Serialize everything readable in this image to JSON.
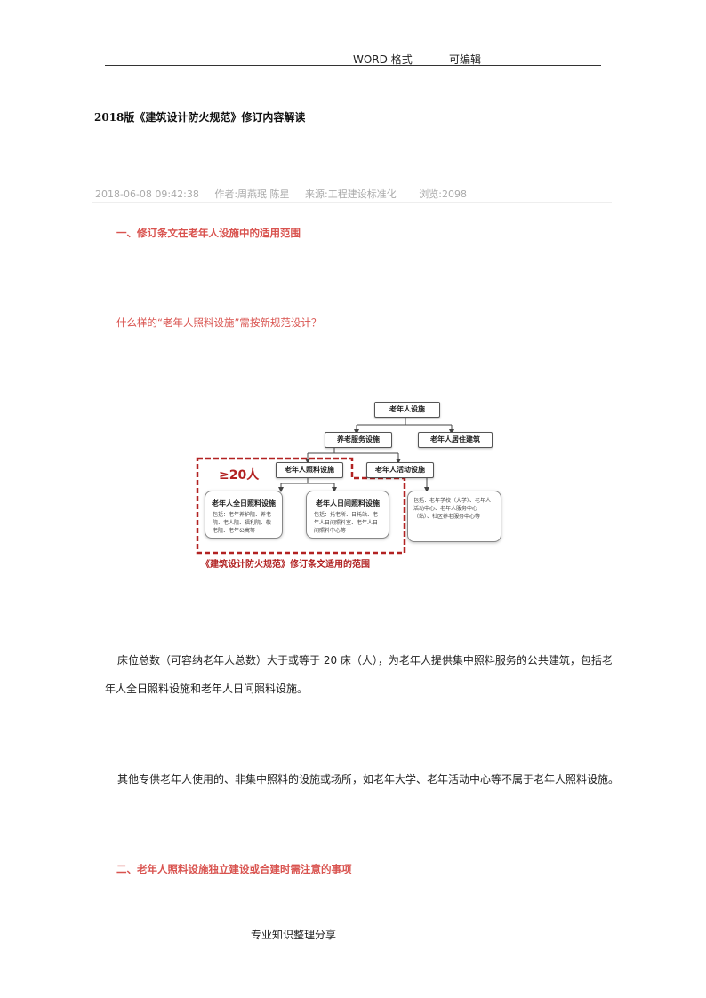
{
  "header": {
    "format_label": "WORD 格式",
    "edit_label": "可编辑"
  },
  "title": "2018版《建筑设计防火规范》修订内容解读",
  "meta": {
    "datetime": "2018-06-08 09:42:38",
    "author": "作者:周燕珉 陈星",
    "source": "来源:工程建设标准化",
    "views": "浏览:2098"
  },
  "section1": {
    "heading": "一、修订条文在老年人设施中的适用范围"
  },
  "question": "什么样的“老年人照料设施”需按新规范设计？",
  "diagram": {
    "root": "老年人设施",
    "level2_left": "养老服务设施",
    "level2_right": "老年人居住建筑",
    "level3_left": "老年人照料设施",
    "level3_right": "老年人活动设施",
    "threshold": "≥20人",
    "fullday": {
      "title": "老年人全日照料设施",
      "desc": "包括：老年养护院、养老院、老人院、福利院、敬老院、老年公寓等"
    },
    "daytime": {
      "title": "老年人日间照料设施",
      "desc": "包括：托老所、日托站、老年人日间照料室、老年人日间照料中心等"
    },
    "activity": {
      "desc": "包括：老年学校（大学）、老年人活动中心、老年人服务中心（站）、社区养老服务中心等"
    },
    "caption": "《建筑设计防火规范》修订条文适用的范围",
    "colors": {
      "accent": "#b22222",
      "box_border": "#555555",
      "line": "#444444"
    }
  },
  "paragraphs": {
    "p1": "床位总数（可容纳老年人总数）大于或等于 20 床（人），为老年人提供集中照料服务的公共建筑，包括老年人全日照料设施和老年人日间照料设施。",
    "p2": "其他专供老年人使用的、非集中照料的设施或场所，如老年大学、老年活动中心等不属于老年人照料设施。"
  },
  "section2": {
    "heading": "二、老年人照料设施独立建设或合建时需注意的事项"
  },
  "footer": "专业知识整理分享",
  "colors": {
    "heading_red": "#d9534f",
    "meta_gray": "#aaaaaa"
  }
}
